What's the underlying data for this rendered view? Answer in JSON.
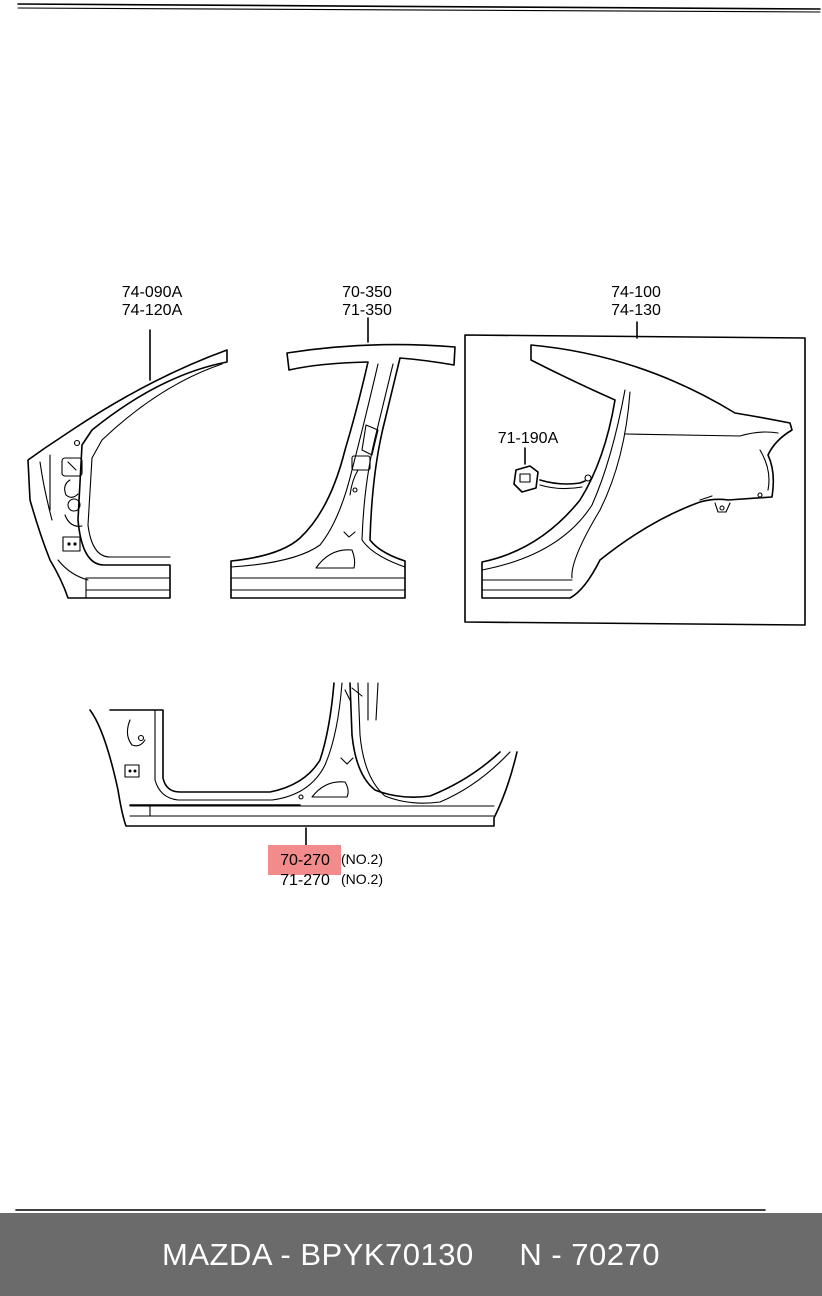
{
  "diagram": {
    "parts": {
      "a_pillar": {
        "label_1": "74-090A",
        "label_2": "74-120A"
      },
      "b_pillar": {
        "label_1": "70-350",
        "label_2": "71-350"
      },
      "rear_fender": {
        "label_1": "74-100",
        "label_2": "74-130"
      },
      "fuel_lid_opener": {
        "label_1": "71-190A"
      },
      "side_sill": {
        "label_1": "70-270",
        "note_1": "(NO.2)",
        "label_2": "71-270",
        "note_2": "(NO.2)"
      }
    },
    "highlight_color": "#f28b8b"
  },
  "footer": {
    "text": "MAZDA - BPYK70130     N - 70270",
    "background": "#6b6b6b"
  }
}
